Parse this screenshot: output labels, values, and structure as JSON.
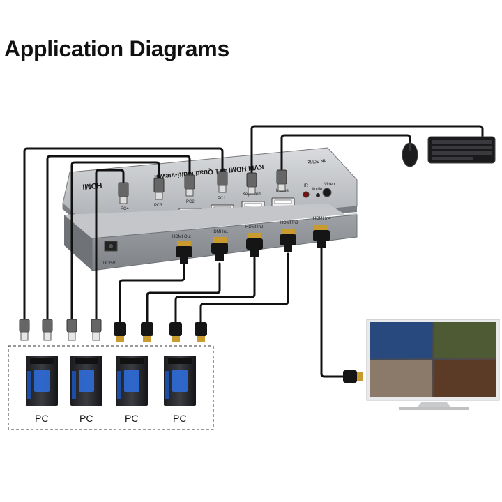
{
  "title": "Application Diagrams",
  "device": {
    "logo": "HDMI",
    "product_text": "KVM HDMI 4x1 Quad Multi-viewer",
    "model_text": "4K 30Hz",
    "usb_top_labels": [
      "PC4",
      "PC3",
      "PC2",
      "PC1",
      "Keyboard",
      "Mouse"
    ],
    "panel_labels": [
      "IR",
      "Audio",
      "Video"
    ],
    "hdmi_labels": [
      "HDMI Out",
      "HDMI In1",
      "HDMI In2",
      "HDMI In3",
      "HDMI In4"
    ],
    "power_label": "DC/5V"
  },
  "pcs": [
    {
      "label": "PC"
    },
    {
      "label": "PC"
    },
    {
      "label": "PC"
    },
    {
      "label": "PC"
    }
  ],
  "colors": {
    "cable": "#111111",
    "device_body": "#b9bcc0",
    "device_panel": "#8d9095",
    "pc_glow": "#2f6bd8",
    "hdmi_tip": "#c99a2e"
  }
}
